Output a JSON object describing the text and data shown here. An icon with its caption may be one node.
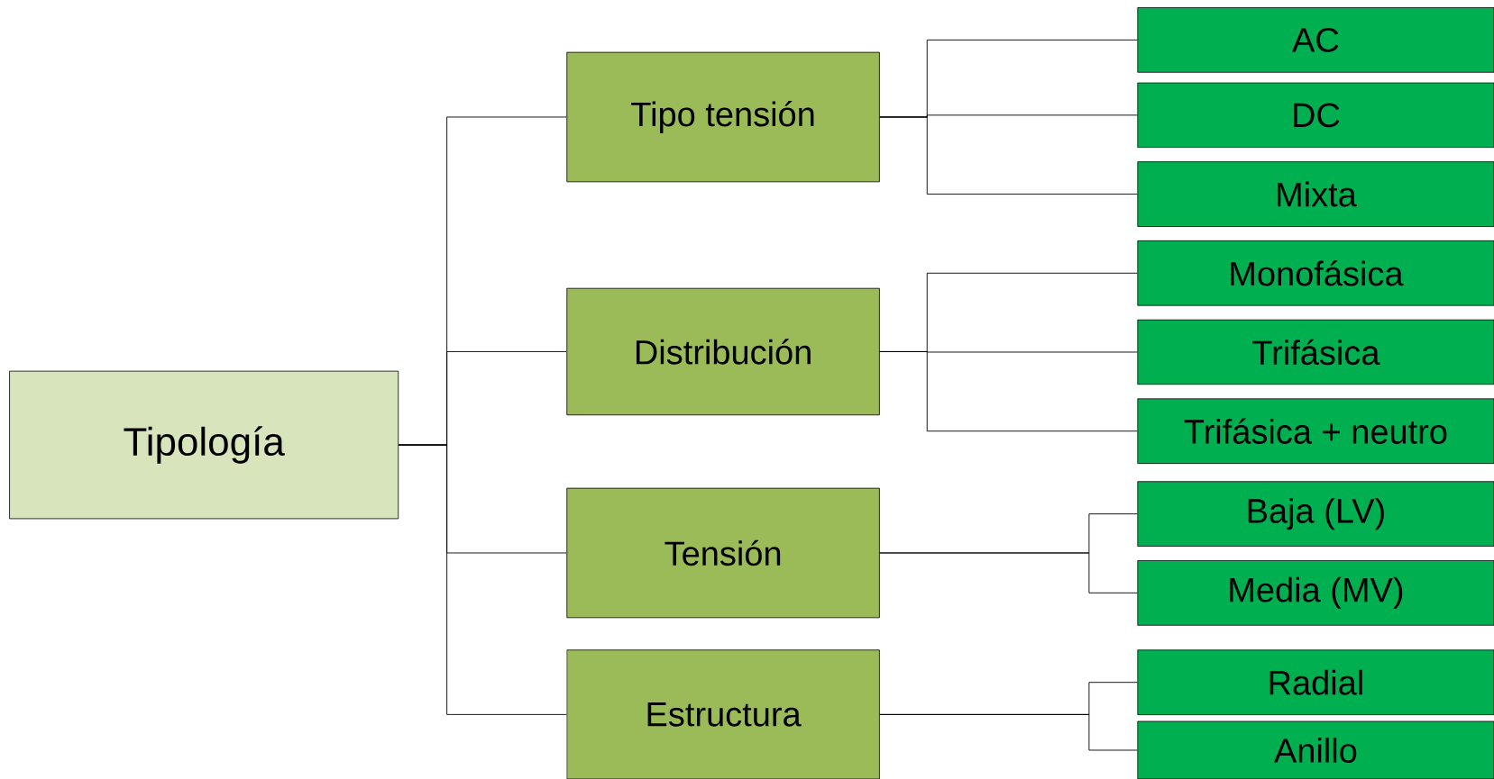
{
  "diagram": {
    "nodes": [
      {
        "text": [
          "Tipología"
        ]
      },
      {
        "text": [
          "Tipo tensión"
        ]
      },
      {
        "text": [
          "Distribución"
        ]
      },
      {
        "text": [
          "Tensión"
        ]
      },
      {
        "text": [
          "Estructura"
        ]
      },
      {
        "text": [
          "AC"
        ]
      },
      {
        "text": [
          "DC"
        ]
      },
      {
        "text": [
          "Mixta"
        ]
      },
      {
        "text": [
          "Monofásica"
        ]
      },
      {
        "text": [
          "Trifásica"
        ]
      },
      {
        "text": [
          "Trifásica + neutro"
        ]
      },
      {
        "text": [
          "Baja (LV)"
        ]
      },
      {
        "text": [
          "Media (MV)"
        ]
      },
      {
        "text": [
          "Radial"
        ]
      },
      {
        "text": [
          "Anillo"
        ]
      }
    ],
    "edges": [
      {
        "from": 0,
        "to": 1,
        "arrow": "none"
      },
      {
        "from": 0,
        "to": 2,
        "arrow": "none"
      },
      {
        "from": 0,
        "to": 3,
        "arrow": "none"
      },
      {
        "from": 0,
        "to": 4,
        "arrow": "none"
      },
      {
        "from": 1,
        "to": 5,
        "arrow": "none"
      },
      {
        "from": 1,
        "to": 6,
        "arrow": "none"
      },
      {
        "from": 1,
        "to": 7,
        "arrow": "none"
      },
      {
        "from": 2,
        "to": 8,
        "arrow": "none"
      },
      {
        "from": 2,
        "to": 9,
        "arrow": "none"
      },
      {
        "from": 2,
        "to": 10,
        "arrow": "none"
      },
      {
        "from": 3,
        "to": 11,
        "arrow": "none"
      },
      {
        "from": 3,
        "to": 12,
        "arrow": "none"
      },
      {
        "from": 4,
        "to": 13,
        "arrow": "none"
      },
      {
        "from": 4,
        "to": 14,
        "arrow": "none"
      }
    ]
  }
}
